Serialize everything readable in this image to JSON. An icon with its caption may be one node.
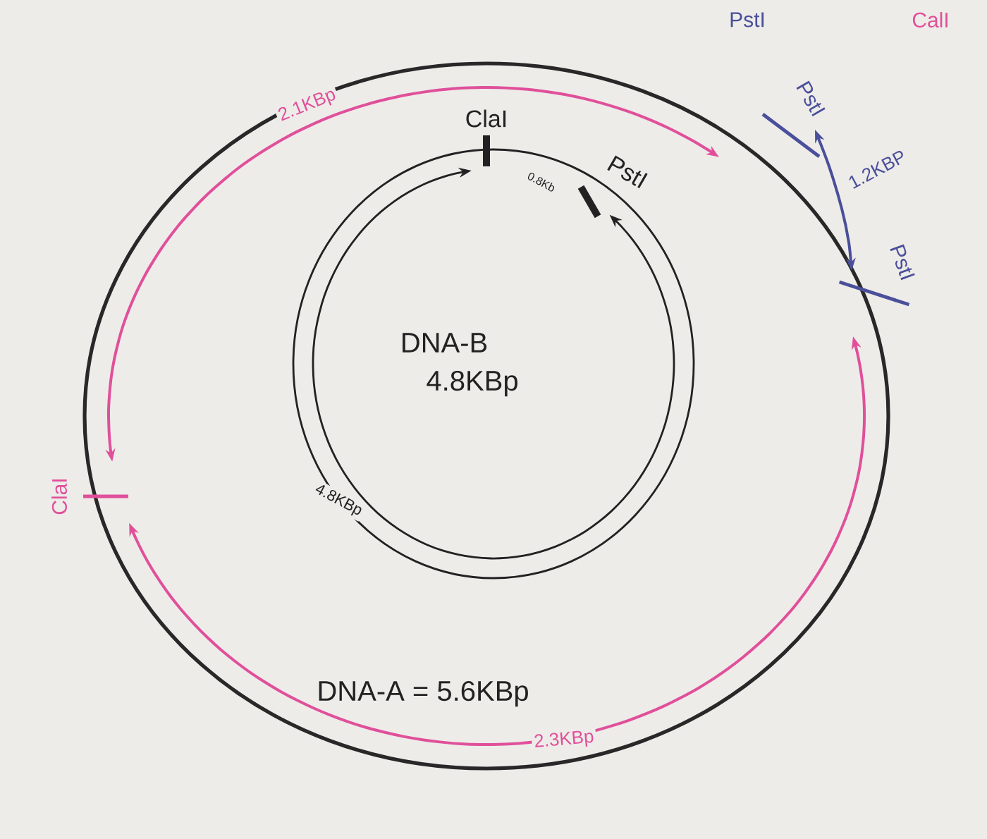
{
  "diagram": {
    "nodes": [
      {
        "text": [
          "ClaI"
        ]
      },
      {
        "text": [
          "PstI"
        ]
      },
      {
        "text": [
          "PstI"
        ]
      },
      {
        "text": [
          "ClaI"
        ]
      },
      {
        "text": [
          "PstI"
        ]
      }
    ],
    "edges": [
      {
        "from": 0,
        "to": 1,
        "arrow": "both",
        "label": "2.1KBp",
        "color": "#e0509a"
      },
      {
        "from": 0,
        "to": 2,
        "arrow": "both",
        "label": "2.3KBp",
        "color": "#e0509a"
      },
      {
        "from": 1,
        "to": 2,
        "arrow": "both",
        "label": "1.2KBP",
        "color": "#4a4f9a"
      },
      {
        "from": 3,
        "to": 4,
        "arrow": "both",
        "label": "4.8KBp",
        "color": "#222222"
      }
    ],
    "labels": [
      "PstI",
      "CalI",
      "0.8Kb",
      "DNA-B",
      "4.8KBp",
      "DNA-A = 5.6KBp"
    ]
  }
}
